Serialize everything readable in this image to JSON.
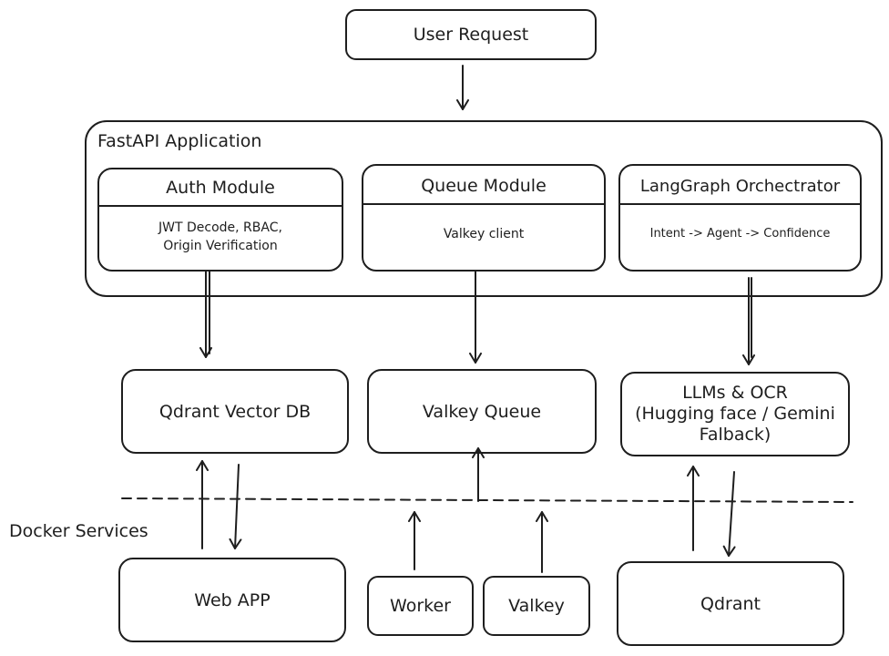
{
  "nodes": {
    "user_request": "User Request",
    "fastapi_app": "FastAPI Application",
    "auth_module": {
      "title": "Auth Module",
      "body": "JWT Decode, RBAC,\nOrigin Verification"
    },
    "queue_module": {
      "title": "Queue Module",
      "body": "Valkey client"
    },
    "langgraph": {
      "title": "LangGraph Orchectrator",
      "body": "Intent -> Agent -> Confidence"
    },
    "qdrant_db": "Qdrant Vector DB",
    "valkey_queue": "Valkey Queue",
    "llms_ocr": "LLMs & OCR\n(Hugging face / Gemini\nFalback)",
    "docker_services": "Docker Services",
    "web_app": "Web APP",
    "worker": "Worker",
    "valkey": "Valkey",
    "qdrant": "Qdrant"
  },
  "colors": {
    "stroke": "#1e1e1e",
    "background": "#ffffff"
  }
}
